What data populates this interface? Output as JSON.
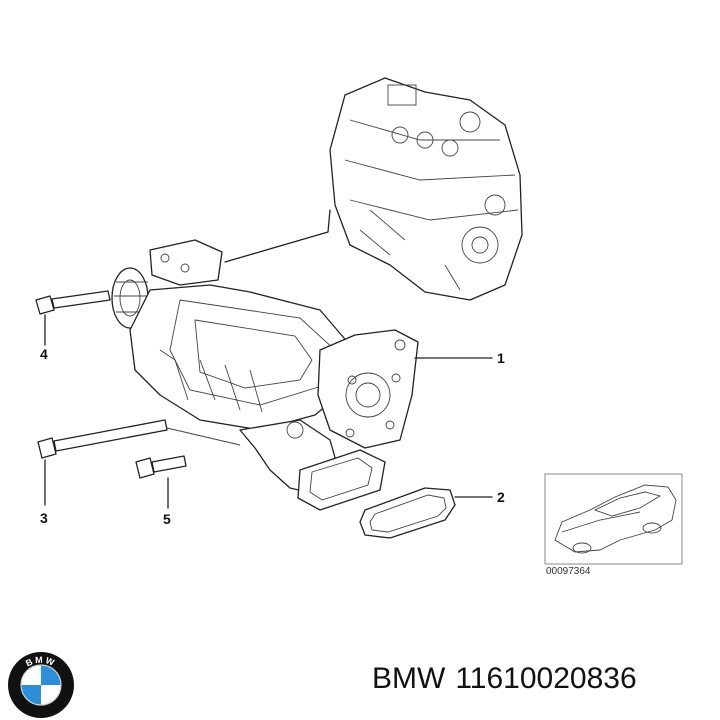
{
  "callouts": {
    "part1": "1",
    "part2": "2",
    "part3": "3",
    "part4": "4",
    "part5": "5"
  },
  "reference_code": "00097364",
  "caption": {
    "brand": "BMW",
    "part_number": "11610020836"
  },
  "logo": {
    "letters": "BMW",
    "colors": {
      "blue": "#2d8fd8",
      "white": "#ffffff",
      "ring": "#111111"
    }
  }
}
